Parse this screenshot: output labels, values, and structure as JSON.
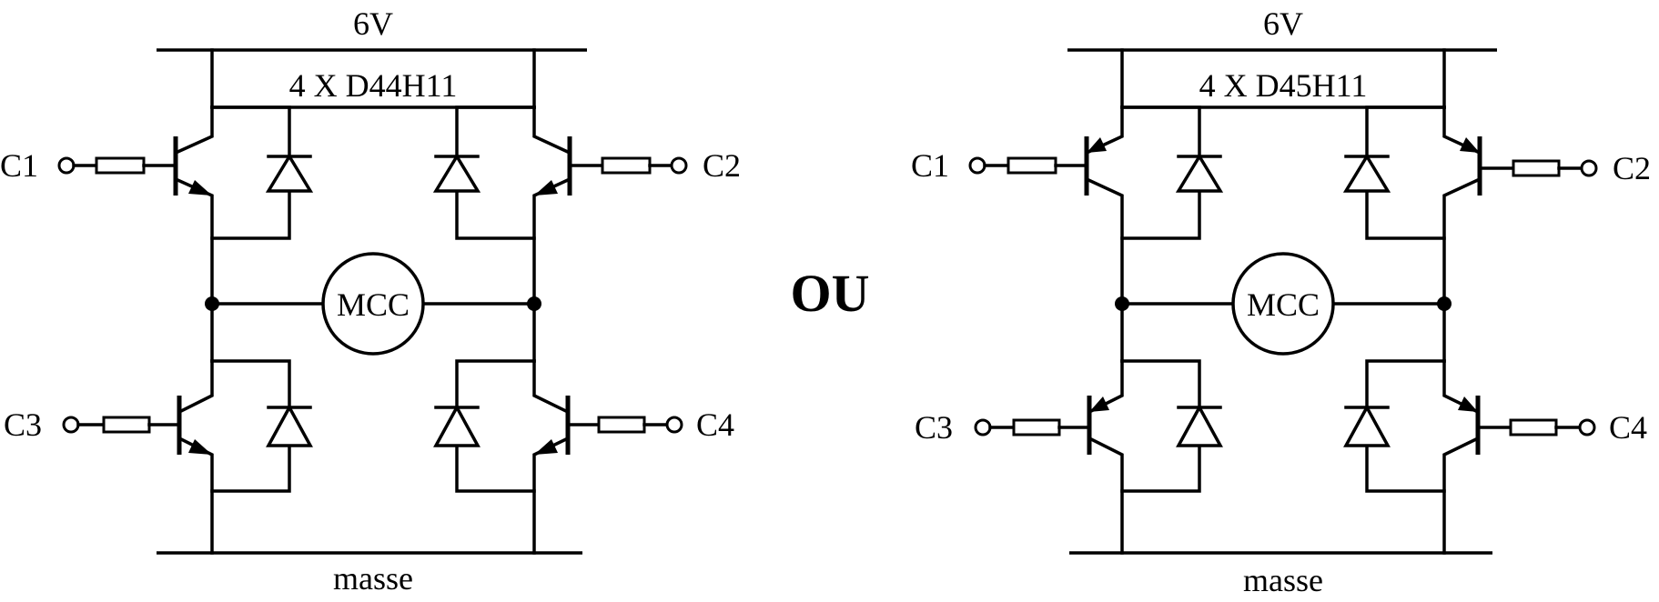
{
  "separator_label": "OU",
  "circuits": [
    {
      "supply": "6V",
      "transistors": "4 X D44H11",
      "motor": "MCC",
      "ground": "masse",
      "inputs": [
        "C1",
        "C2",
        "C3",
        "C4"
      ],
      "polarity": "npn"
    },
    {
      "supply": "6V",
      "transistors": "4 X D45H11",
      "motor": "MCC",
      "ground": "masse",
      "inputs": [
        "C1",
        "C2",
        "C3",
        "C4"
      ],
      "polarity": "pnp"
    }
  ]
}
